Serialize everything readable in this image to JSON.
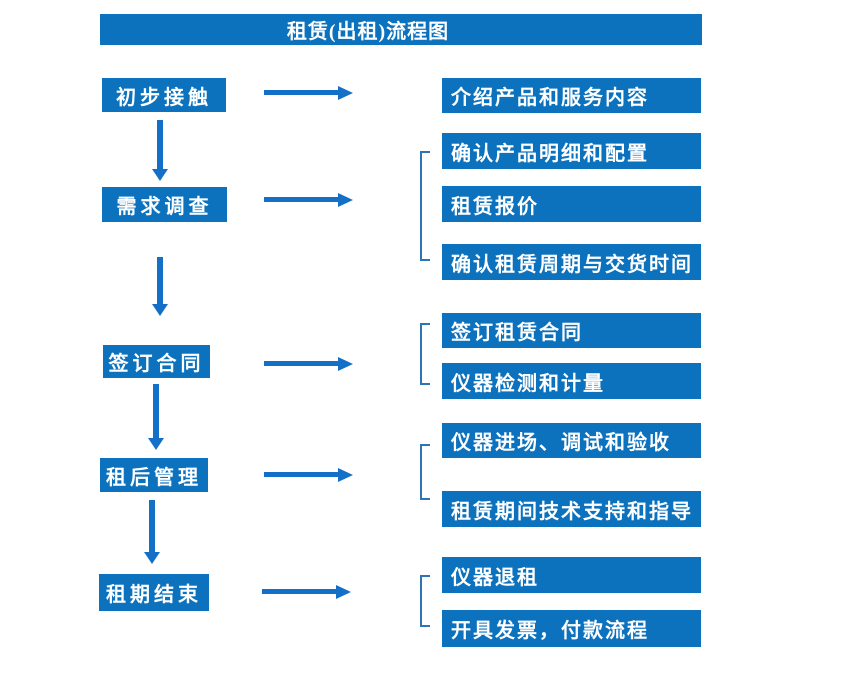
{
  "title": "租赁(出租)流程图",
  "colors": {
    "box": "#0d72bd",
    "arrow": "#1470c6",
    "bracket": "#2e75b6",
    "text": "#ffffff",
    "bg": "#ffffff"
  },
  "steps": [
    {
      "label": "初步接触"
    },
    {
      "label": "需求调查"
    },
    {
      "label": "签订合同"
    },
    {
      "label": "租后管理"
    },
    {
      "label": "租期结束"
    }
  ],
  "details": [
    {
      "label": "介绍产品和服务内容"
    },
    {
      "label": "确认产品明细和配置"
    },
    {
      "label": "租赁报价"
    },
    {
      "label": "确认租赁周期与交货时间"
    },
    {
      "label": "签订租赁合同"
    },
    {
      "label": "仪器检测和计量"
    },
    {
      "label": "仪器进场、调试和验收"
    },
    {
      "label": "租赁期间技术支持和指导"
    },
    {
      "label": "仪器退租"
    },
    {
      "label": "开具发票，付款流程"
    }
  ]
}
